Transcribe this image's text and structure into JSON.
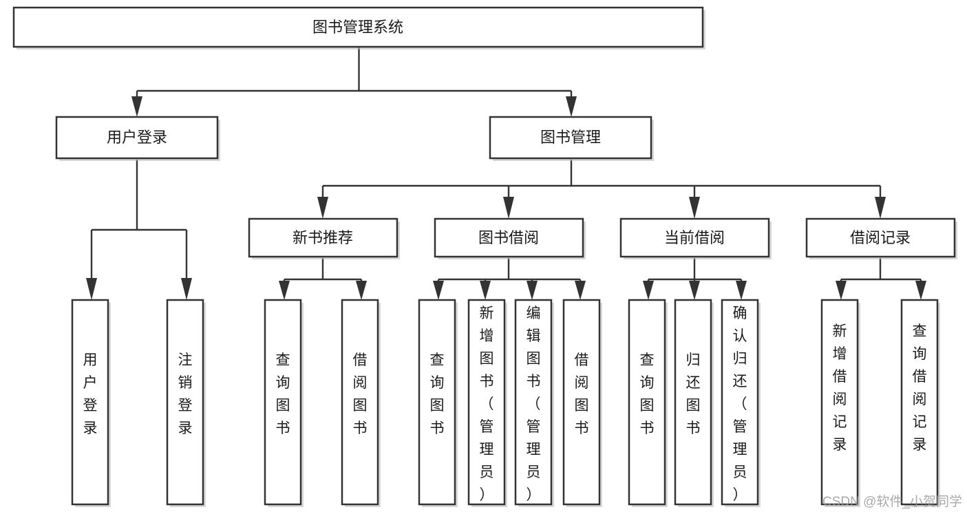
{
  "diagram": {
    "type": "tree-hierarchy",
    "title_node": "图书管理系统",
    "watermark": "CSDN @软件_小贺同学",
    "colors": {
      "box_fill": "#ffffff",
      "box_stroke": "#333333",
      "connector": "#333333",
      "text": "#1a1a1a",
      "watermark": "#9a9a9a",
      "background": "#ffffff"
    },
    "levels": {
      "level1": [
        {
          "id": "root",
          "label": "图书管理系统",
          "orientation": "horizontal"
        }
      ],
      "level2": [
        {
          "id": "user-login",
          "label": "用户登录",
          "orientation": "horizontal"
        },
        {
          "id": "book-manage",
          "label": "图书管理",
          "orientation": "horizontal"
        }
      ],
      "level3": [
        {
          "id": "new-book-recommend",
          "label": "新书推荐",
          "orientation": "horizontal"
        },
        {
          "id": "book-borrow",
          "label": "图书借阅",
          "orientation": "horizontal"
        },
        {
          "id": "current-borrow",
          "label": "当前借阅",
          "orientation": "horizontal"
        },
        {
          "id": "borrow-record",
          "label": "借阅记录",
          "orientation": "horizontal"
        }
      ],
      "level4": [
        {
          "id": "leaf-user-login",
          "parent": "user-login",
          "label": "用户登录",
          "orientation": "vertical"
        },
        {
          "id": "leaf-logout-login",
          "parent": "user-login",
          "label": "注销登录",
          "orientation": "vertical"
        },
        {
          "id": "leaf-query-book-1",
          "parent": "new-book-recommend",
          "label": "查询图书",
          "orientation": "vertical"
        },
        {
          "id": "leaf-borrow-book-1",
          "parent": "new-book-recommend",
          "label": "借阅图书",
          "orientation": "vertical"
        },
        {
          "id": "leaf-query-book-2",
          "parent": "book-borrow",
          "label": "查询图书",
          "orientation": "vertical"
        },
        {
          "id": "leaf-add-book",
          "parent": "book-borrow",
          "label": "新增图书（管理员）",
          "orientation": "vertical"
        },
        {
          "id": "leaf-edit-book",
          "parent": "book-borrow",
          "label": "编辑图书（管理员）",
          "orientation": "vertical"
        },
        {
          "id": "leaf-borrow-book-2",
          "parent": "book-borrow",
          "label": "借阅图书",
          "orientation": "vertical"
        },
        {
          "id": "leaf-query-book-3",
          "parent": "current-borrow",
          "label": "查询图书",
          "orientation": "vertical"
        },
        {
          "id": "leaf-return-book",
          "parent": "current-borrow",
          "label": "归还图书",
          "orientation": "vertical"
        },
        {
          "id": "leaf-confirm-return",
          "parent": "current-borrow",
          "label": "确认归还（管理员）",
          "orientation": "vertical"
        },
        {
          "id": "leaf-add-record",
          "parent": "borrow-record",
          "label": "新增借阅记录",
          "orientation": "vertical"
        },
        {
          "id": "leaf-query-record",
          "parent": "borrow-record",
          "label": "查询借阅记录",
          "orientation": "vertical"
        }
      ]
    }
  }
}
